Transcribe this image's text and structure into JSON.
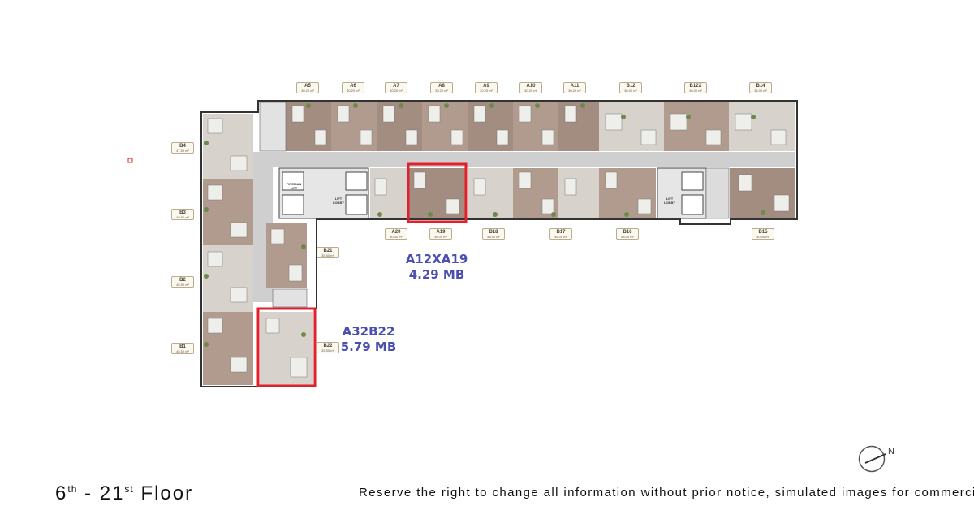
{
  "floor": {
    "start": "6",
    "start_sup": "th",
    "dash": "-",
    "end": "21",
    "end_sup": "st",
    "word": "Floor"
  },
  "disclaimer": "Reserve the right to change all information without prior notice, simulated images for commercial only.",
  "compass": {
    "label": "N"
  },
  "plan_labels": {
    "fireman_lift": "FIREMAN LIFT",
    "lift_lobby_1": "LIFT LOBBY",
    "lift_lobby_2": "LIFT LOBBY"
  },
  "callouts": [
    {
      "name": "A12XA19",
      "size": "4.29 MB"
    },
    {
      "name": "A32B22",
      "size": "5.79 MB"
    }
  ],
  "units_top": [
    {
      "name": "A5",
      "area": "30.20 m²"
    },
    {
      "name": "A6",
      "area": "30.20 m²"
    },
    {
      "name": "A7",
      "area": "30.20 m²"
    },
    {
      "name": "A8",
      "area": "30.20 m²"
    },
    {
      "name": "A9",
      "area": "30.20 m²"
    },
    {
      "name": "A10",
      "area": "30.20 m²"
    },
    {
      "name": "A11",
      "area": "30.20 m²"
    },
    {
      "name": "B12",
      "area": "36.00 m²"
    },
    {
      "name": "B12X",
      "area": "36.00 m²"
    },
    {
      "name": "B14",
      "area": "36.00 m²"
    }
  ],
  "units_bottom": [
    {
      "name": "A20",
      "area": "30.00 m²"
    },
    {
      "name": "A19",
      "area": "30.00 m²"
    },
    {
      "name": "B18",
      "area": "48.00 m²"
    },
    {
      "name": "B17",
      "area": "46.00 m²"
    },
    {
      "name": "B16",
      "area": "48.00 m²"
    },
    {
      "name": "B15",
      "area": "40.00 m²"
    }
  ],
  "units_left": [
    {
      "name": "B4",
      "area": "47.50 m²"
    },
    {
      "name": "B3",
      "area": "45.50 m²"
    },
    {
      "name": "B2",
      "area": "45.50 m²"
    },
    {
      "name": "B1",
      "area": "45.50 m²"
    }
  ],
  "units_wing": [
    {
      "name": "B21",
      "area": "35.50 m²"
    },
    {
      "name": "B22",
      "area": "35.50 m²"
    }
  ],
  "colors": {
    "highlight": "#e0202a",
    "callout_text": "#4a4fb0",
    "unit_brown": "#a08a7c",
    "unit_light": "#d9d4cf",
    "corridor": "#c9c9c9",
    "wall": "#3a3a3a"
  }
}
